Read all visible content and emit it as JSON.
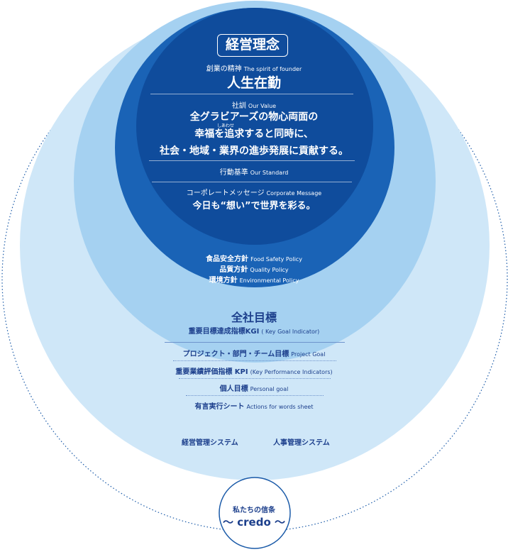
{
  "colors": {
    "outer_ring": "#ffffff",
    "pale_circle": "#cfe7f8",
    "light_circle": "#a5d1f1",
    "mid_circle": "#1a63b6",
    "core_circle": "#0f4c9c",
    "text_dark": "#1c3f8c"
  },
  "core": {
    "title": "経営理念",
    "founder_label_jp": "創業の精神",
    "founder_label_en": "The spirit of founder",
    "founder_text": "人生在勤",
    "value_label_jp": "社訓",
    "value_label_en": "Our Value",
    "value_line1": "全グラビアーズの物心両面の",
    "value_line2": "幸福を追求すると同時に、",
    "value_line2_ruby": "しあわせ",
    "value_line3": "社会・地域・業界の進歩発展に貢献する。",
    "standard_jp": "行動基準",
    "standard_en": "Our Standard",
    "message_label_jp": "コーポレートメッセージ",
    "message_label_en": "Corporate Message",
    "message_text": "今日も“想い”で世界を彩る。"
  },
  "policies": [
    {
      "jp": "食品安全方針",
      "en": "Food Safety Policy"
    },
    {
      "jp": "品質方針",
      "en": "Quality Policy"
    },
    {
      "jp": "環境方針",
      "en": "Environmental Policy"
    }
  ],
  "goals": {
    "title": "全社目標",
    "kgi_jp": "重要目標達成指標KGI",
    "kgi_en": "( Key Goal Indicator)",
    "items": [
      {
        "jp": "プロジェクト・部門・チーム目標",
        "en": "Project Goal"
      },
      {
        "jp": "重要業績評価指標 KPI",
        "en": "(Key Performance Indicators)"
      },
      {
        "jp": "個人目標",
        "en": "Personal goal"
      },
      {
        "jp": "有言実行シート",
        "en": "Actions for words sheet"
      }
    ]
  },
  "systems": {
    "management": "経営管理システム",
    "hr": "人事管理システム"
  },
  "credo": {
    "label": "私たちの信条",
    "text": "〜 credo 〜"
  }
}
